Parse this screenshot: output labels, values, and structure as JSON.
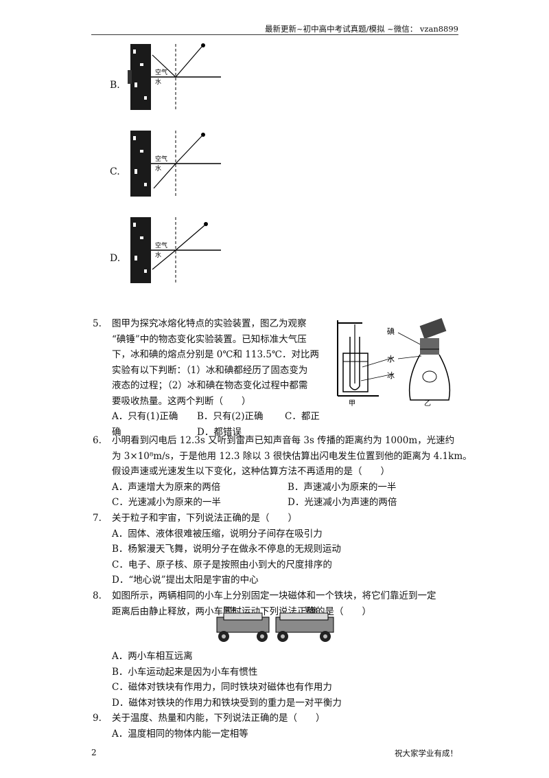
{
  "header": {
    "text": "最新更新~初中高中考试真题/模拟 ~微信： vzan8899"
  },
  "footer": {
    "page_number": "2",
    "slogan": "祝大家学业有成！"
  },
  "figure_options": [
    {
      "label": "B.",
      "air": "空气",
      "water": "水"
    },
    {
      "label": "C.",
      "air": "空气",
      "water": "水"
    },
    {
      "label": "D.",
      "air": "空气",
      "water": "水"
    }
  ],
  "q5": {
    "number": "5.",
    "lines": [
      "图甲为探究冰熔化特点的实验装置，图乙为观察",
      "“碘锤”中的物态变化实验装置。已知标准大气压",
      "下，冰和碘的熔点分别是 0℃和 113.5℃．对比两",
      "实验有以下判断：（1）冰和碘都经历了固态变为",
      "液态的过程；（2）冰和碘在物态变化过程中都需",
      "要吸收热量。这两个判断（　　）"
    ],
    "options": {
      "a": "A．只有(1)正确",
      "b": "B．只有(2)正确",
      "c": "C．都正",
      "c2": "确",
      "d": "D．都错误"
    },
    "figure": {
      "label_iodine": "碘",
      "label_water": "水",
      "label_ice": "冰",
      "label_jia": "甲",
      "label_yi": "乙"
    }
  },
  "q6": {
    "number": "6.",
    "lines": [
      "小明看到闪电后 12.3s 又听到雷声已知声音每 3s 传播的距离约为 1000m，光速约",
      "为 3×10⁸m/s，于是他用 12.3 除以 3 很快估算出闪电发生位置到他的距离为 4.1km。",
      "假设声速或光速发生以下变化，这种估算方法不再适用的是（　　）"
    ],
    "options": {
      "a": "A．声速增大为原来的两倍",
      "b": "B．声速减小为原来的一半",
      "c": "C．光速减小为原来的一半",
      "d": "D．光速减小为声速的两倍"
    }
  },
  "q7": {
    "number": "7.",
    "stem": "关于粒子和宇宙，下列说法正确的是（　　）",
    "options": [
      "A．固体、液体很难被压缩，说明分子间存在吸引力",
      "B．杨絮漫天飞舞，说明分子在做永不停息的无规则运动",
      "C．电子、原子核、原子是按照由小到大的尺度排序的",
      "D．“地心说”提出太阳是宇宙的中心"
    ]
  },
  "q8": {
    "number": "8.",
    "lines": [
      "如图所示，两辆相同的小车上分别固定一块磁体和一个铁块，将它们靠近到一定",
      "距离后由静止释放，两小车同时运动下列说法正确的是（　　）"
    ],
    "figure": {
      "magnet": "磁体",
      "iron": "铁块"
    },
    "options": [
      "A．两小车相互远离",
      "B．小车运动起来是因为小车有惯性",
      "C．磁体对铁块有作用力，同时铁块对磁体也有作用力",
      "D．磁体对铁块的作用力和铁块受到的重力是一对平衡力"
    ]
  },
  "q9": {
    "number": "9.",
    "stem": "关于温度、热量和内能，下列说法正确的是（　　）",
    "options": [
      "A．温度相同的物体内能一定相等"
    ]
  }
}
